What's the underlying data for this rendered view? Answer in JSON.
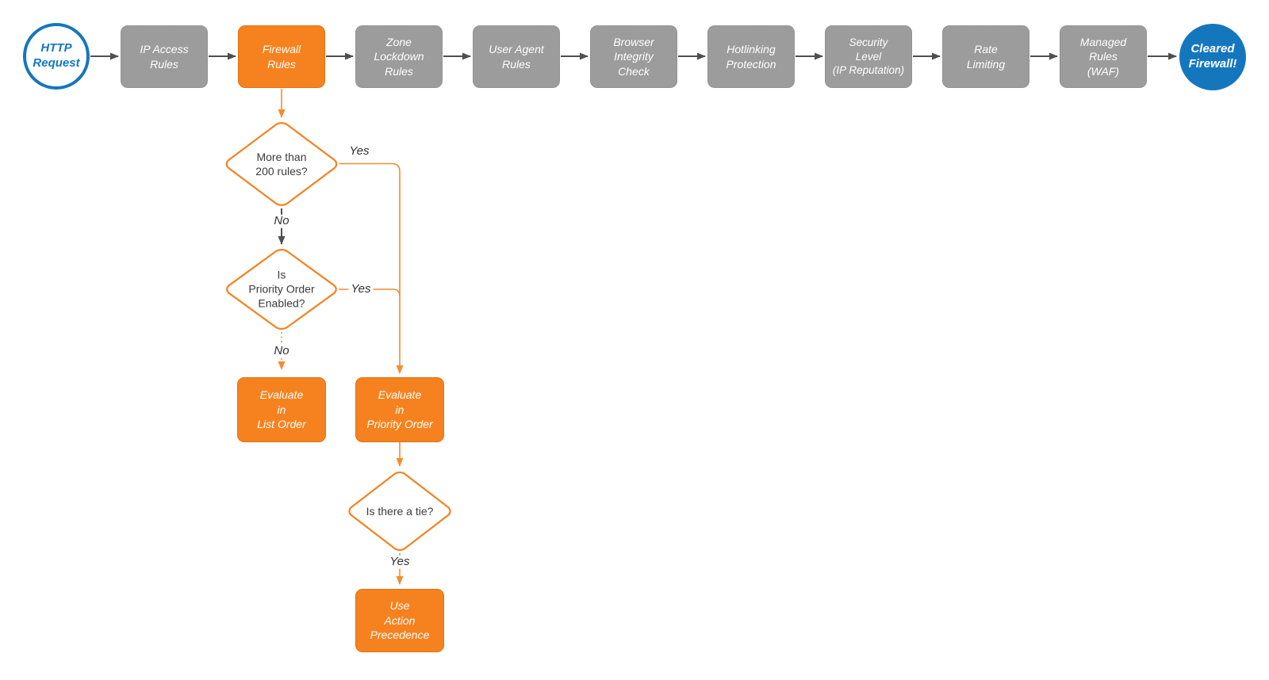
{
  "colors": {
    "orange": "#F6821F",
    "orange_dark": "#E0720F",
    "blue": "#1477BE",
    "gray": "#9C9C9C",
    "gray_border": "#8A8A8A",
    "arrow_gray": "#4F4F4F",
    "text_dark": "#3C3C3C"
  },
  "pipeline": {
    "start": {
      "label": "HTTP\nRequest"
    },
    "stages": [
      {
        "label": "IP Access\nRules"
      },
      {
        "label": "Firewall\nRules",
        "highlighted": true
      },
      {
        "label": "Zone\nLockdown\nRules"
      },
      {
        "label": "User Agent\nRules"
      },
      {
        "label": "Browser\nIntegrity\nCheck"
      },
      {
        "label": "Hotlinking\nProtection"
      },
      {
        "label": "Security\nLevel\n(IP Reputation)"
      },
      {
        "label": "Rate\nLimiting"
      },
      {
        "label": "Managed\nRules\n(WAF)"
      }
    ],
    "end": {
      "label": "Cleared\nFirewall!"
    }
  },
  "subflow": {
    "decision_rules": {
      "label": "More than\n200 rules?"
    },
    "decision_priority": {
      "label": "Is\nPriority Order\nEnabled?"
    },
    "decision_tie": {
      "label": "Is there a tie?"
    },
    "action_list": {
      "label": "Evaluate\nin\nList Order"
    },
    "action_priority": {
      "label": "Evaluate\nin\nPriority Order"
    },
    "action_precedence": {
      "label": "Use\nAction\nPrecedence"
    },
    "edges": {
      "rules_yes": "Yes",
      "rules_no": "No",
      "priority_yes": "Yes",
      "priority_no": "No",
      "tie_yes": "Yes"
    }
  }
}
